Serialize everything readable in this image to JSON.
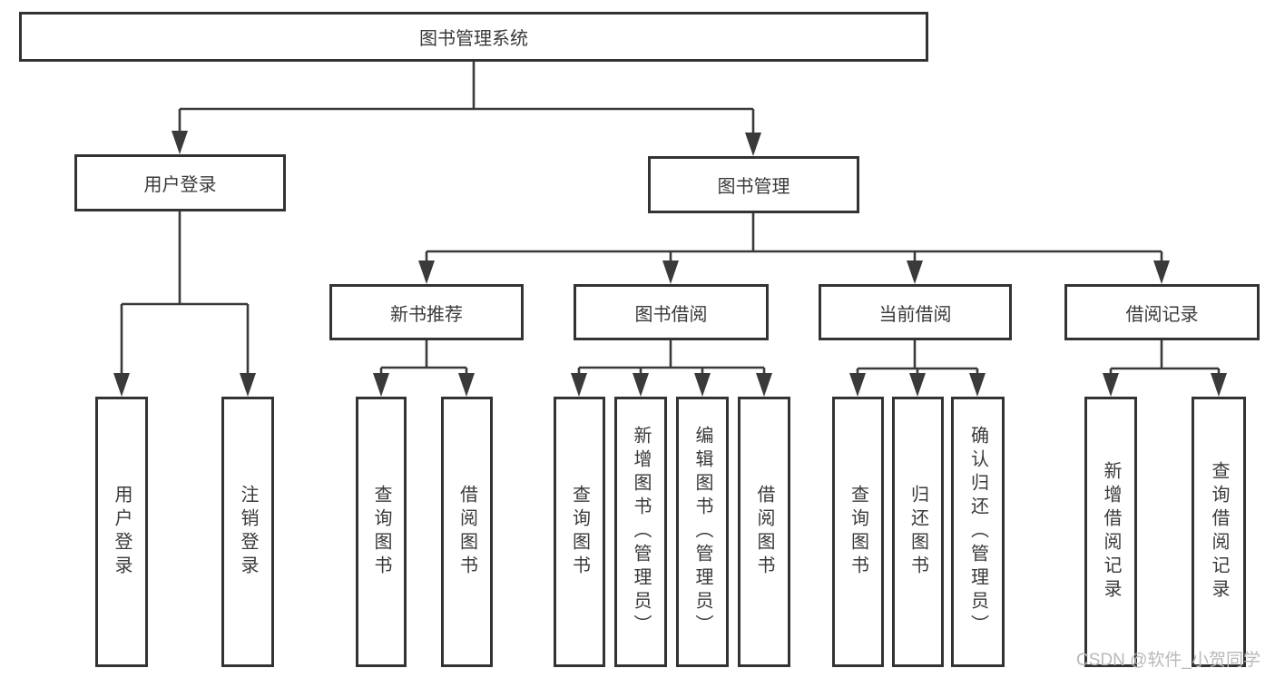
{
  "diagram_title": "图书管理系统",
  "nodes": {
    "root": {
      "label": "图书管理系统"
    },
    "user_login": {
      "label": "用户登录"
    },
    "book_mgmt": {
      "label": "图书管理"
    },
    "new_book_rec": {
      "label": "新书推荐"
    },
    "book_borrow": {
      "label": "图书借阅"
    },
    "current_borrow": {
      "label": "当前借阅"
    },
    "borrow_records": {
      "label": "借阅记录"
    },
    "leaf_user_login": {
      "label": "用户登录"
    },
    "leaf_logout": {
      "label": "注销登录"
    },
    "leaf_query_book_newrec": {
      "label": "查询图书"
    },
    "leaf_borrow_book_newrec": {
      "label": "借阅图书"
    },
    "leaf_query_book_borrow": {
      "label": "查询图书"
    },
    "leaf_add_book": {
      "label": "新增图书（管理员）"
    },
    "leaf_edit_book": {
      "label": "编辑图书（管理员）"
    },
    "leaf_borrow_book_borrow": {
      "label": "借阅图书"
    },
    "leaf_query_book_current": {
      "label": "查询图书"
    },
    "leaf_return_book": {
      "label": "归还图书"
    },
    "leaf_confirm_return": {
      "label": "确认归还（管理员）"
    },
    "leaf_add_borrow_record": {
      "label": "新增借阅记录"
    },
    "leaf_query_borrow_record": {
      "label": "查询借阅记录"
    }
  },
  "structure": {
    "图书管理系统": {
      "用户登录": [
        "用户登录",
        "注销登录"
      ],
      "图书管理": {
        "新书推荐": [
          "查询图书",
          "借阅图书"
        ],
        "图书借阅": [
          "查询图书",
          "新增图书（管理员）",
          "编辑图书（管理员）",
          "借阅图书"
        ],
        "当前借阅": [
          "查询图书",
          "归还图书",
          "确认归还（管理员）"
        ],
        "借阅记录": [
          "新增借阅记录",
          "查询借阅记录"
        ]
      }
    }
  },
  "watermark": {
    "text": "CSDN @软件_小贺同学"
  },
  "colors": {
    "line": "#3a3a3a",
    "box_border": "#333333",
    "text": "#3a3a3a",
    "watermark": "#b9b9b9",
    "background": "#ffffff"
  }
}
